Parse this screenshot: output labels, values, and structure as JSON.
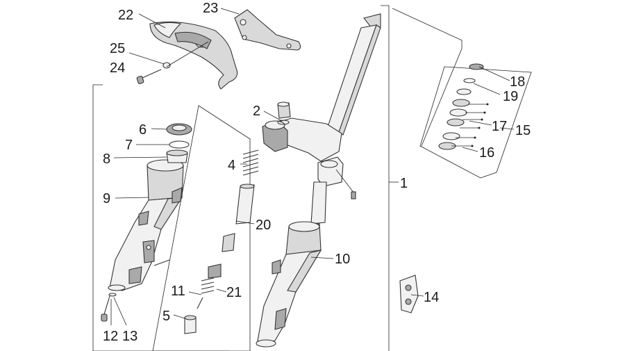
{
  "labels": {
    "l1": "1",
    "l2": "2",
    "l4": "4",
    "l5": "5",
    "l6": "6",
    "l7": "7",
    "l8": "8",
    "l9": "9",
    "l10": "10",
    "l11": "11",
    "l12": "12",
    "l13": "13",
    "l14": "14",
    "l15": "15",
    "l16": "16",
    "l17": "17",
    "l18": "18",
    "l19": "19",
    "l20": "20",
    "l21": "21",
    "l22": "22",
    "l23": "23",
    "l24": "24",
    "l25": "25"
  },
  "colors": {
    "line": "#222222",
    "part_light": "#f1f1f1",
    "part_mid": "#d9d9d9",
    "part_dark": "#a9a9a9"
  }
}
